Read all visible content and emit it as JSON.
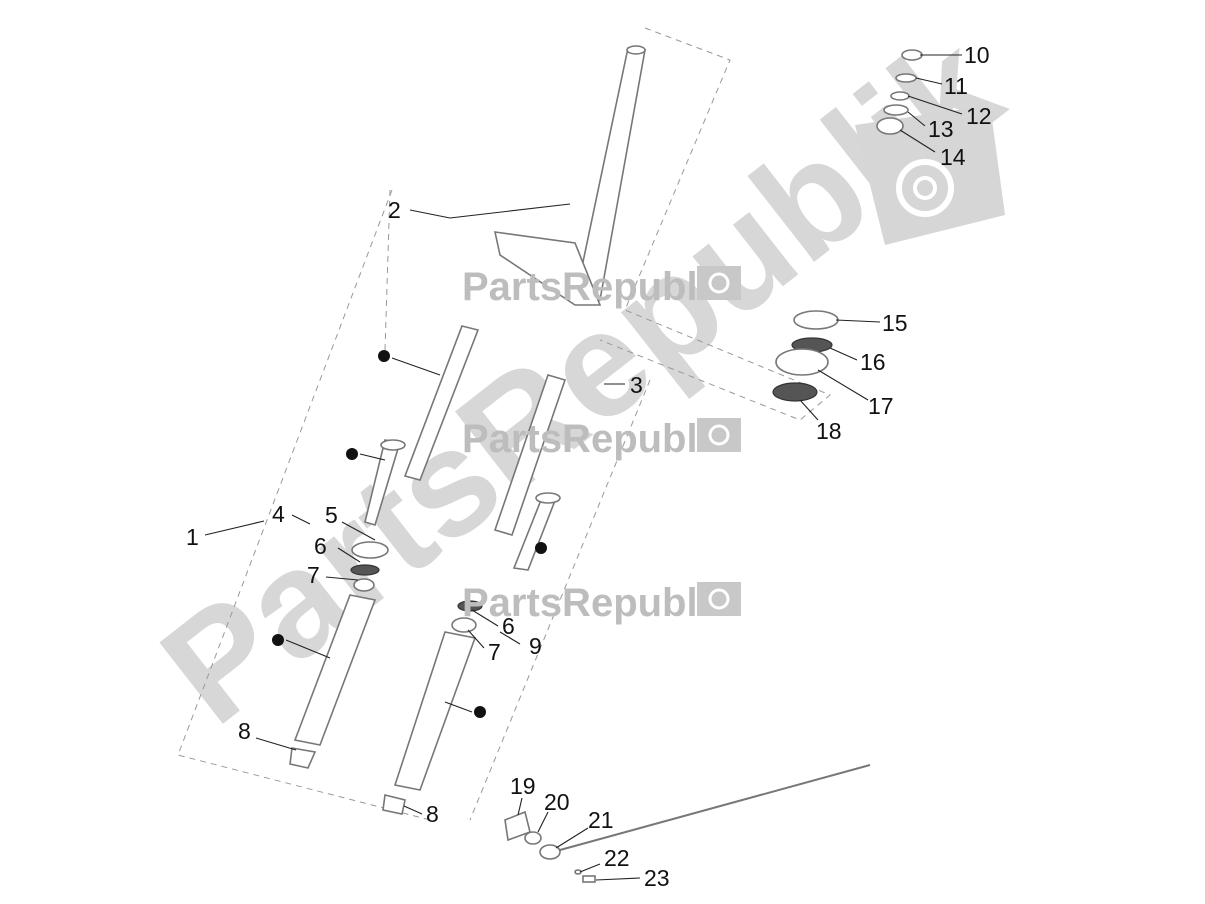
{
  "watermark": {
    "brand": "PartsRepublik",
    "big_text": "PartsRepublik"
  },
  "callouts": [
    {
      "id": "c1",
      "label": "1"
    },
    {
      "id": "c2",
      "label": "2"
    },
    {
      "id": "c3",
      "label": "3"
    },
    {
      "id": "c4",
      "label": "4"
    },
    {
      "id": "c5",
      "label": "5"
    },
    {
      "id": "c6a",
      "label": "6"
    },
    {
      "id": "c6b",
      "label": "6"
    },
    {
      "id": "c7a",
      "label": "7"
    },
    {
      "id": "c7b",
      "label": "7"
    },
    {
      "id": "c8a",
      "label": "8"
    },
    {
      "id": "c8b",
      "label": "8"
    },
    {
      "id": "c9",
      "label": "9"
    },
    {
      "id": "c10",
      "label": "10"
    },
    {
      "id": "c11",
      "label": "11"
    },
    {
      "id": "c12",
      "label": "12"
    },
    {
      "id": "c13",
      "label": "13"
    },
    {
      "id": "c14",
      "label": "14"
    },
    {
      "id": "c15",
      "label": "15"
    },
    {
      "id": "c16",
      "label": "16"
    },
    {
      "id": "c17",
      "label": "17"
    },
    {
      "id": "c18",
      "label": "18"
    },
    {
      "id": "c19",
      "label": "19"
    },
    {
      "id": "c20",
      "label": "20"
    },
    {
      "id": "c21",
      "label": "21"
    },
    {
      "id": "c22",
      "label": "22"
    },
    {
      "id": "c23",
      "label": "23"
    }
  ],
  "colors": {
    "watermark": "#d0d0d0",
    "line": "#222222",
    "part_stroke": "#777777"
  }
}
